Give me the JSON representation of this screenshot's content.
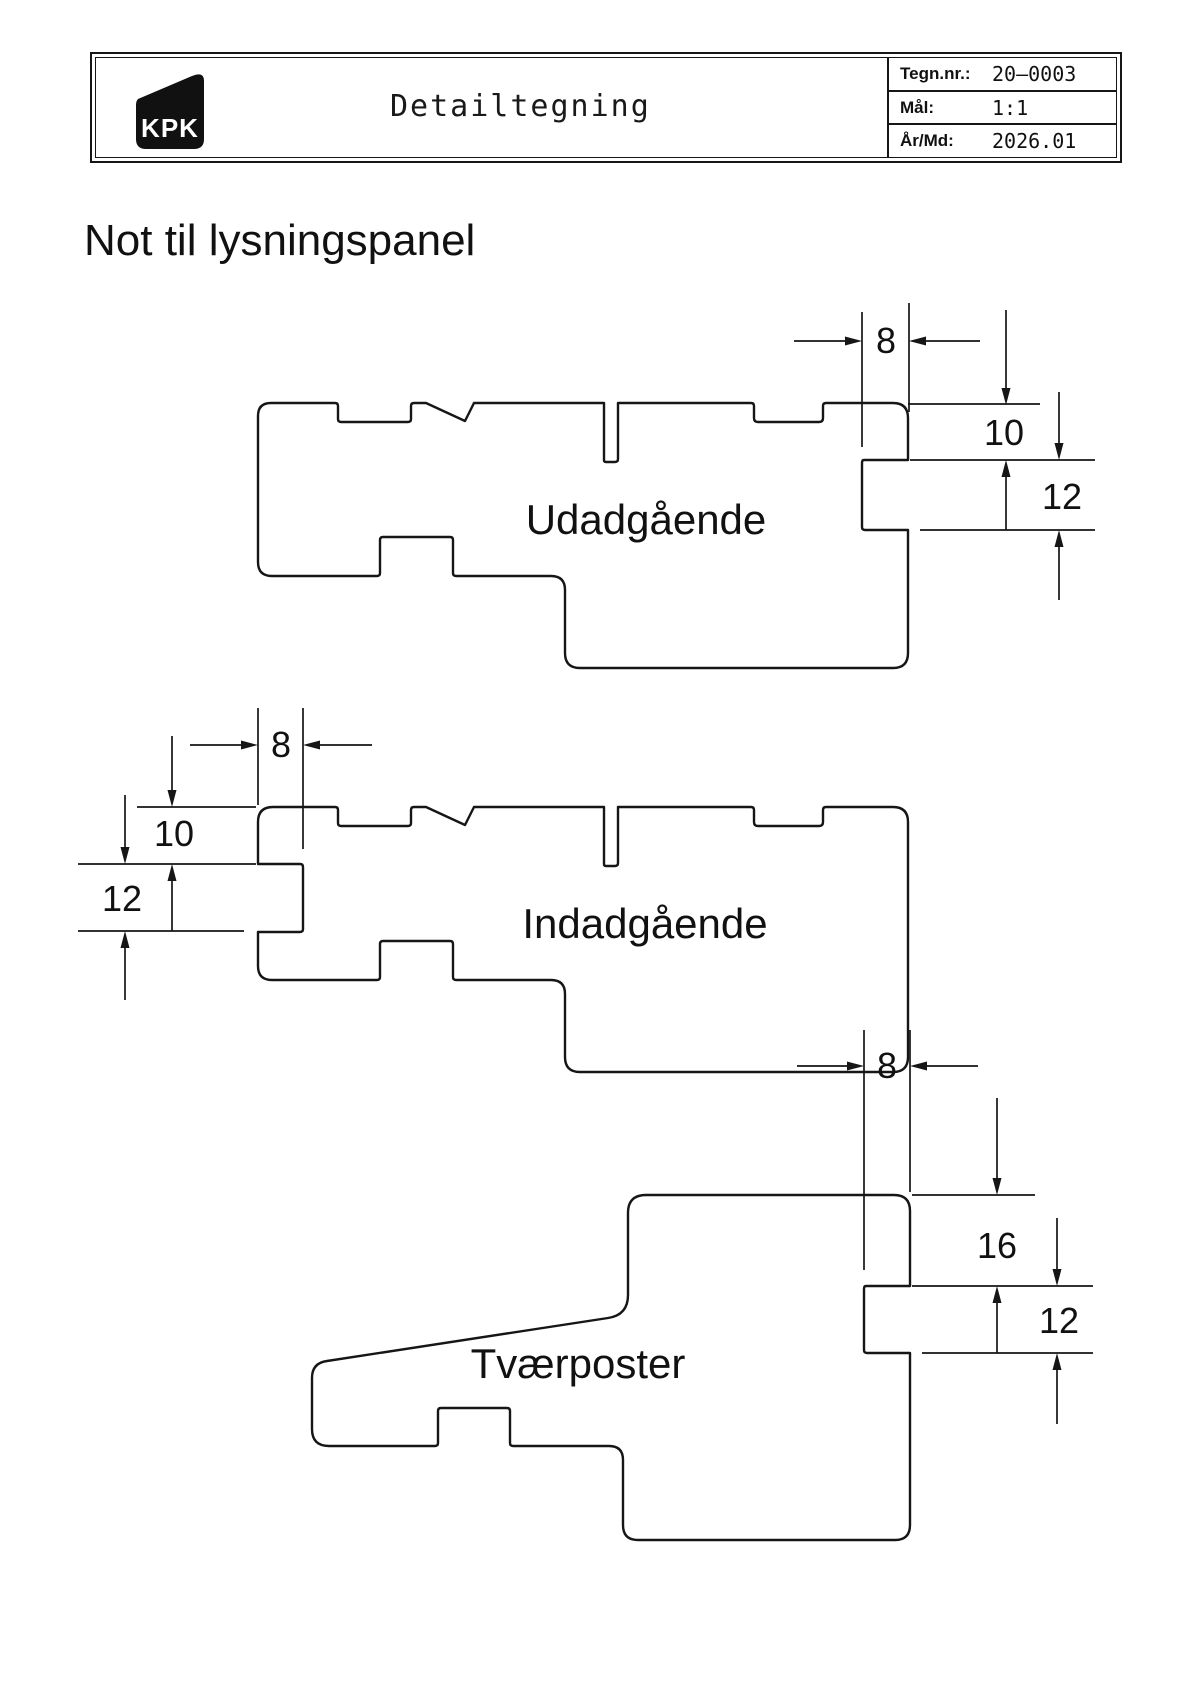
{
  "header": {
    "logo": "KPK",
    "title": "Detailtegning",
    "title_block": {
      "rows": [
        {
          "label": "Tegn.nr.:",
          "value": "20–0003"
        },
        {
          "label": "Mål:",
          "value": "1:1"
        },
        {
          "label": "År/Md:",
          "value": "2026.01"
        }
      ]
    }
  },
  "heading": "Not til lysningspanel",
  "drawing": {
    "line_color": "#161616",
    "profiles": [
      {
        "name": "Udadgående",
        "dim_width": "8",
        "dim_top": "10",
        "dim_groove": "12"
      },
      {
        "name": "Indadgående",
        "dim_width": "8",
        "dim_top": "10",
        "dim_groove": "12"
      },
      {
        "name": "Tværposter",
        "dim_width": "8",
        "dim_top": "16",
        "dim_groove": "12"
      }
    ]
  }
}
